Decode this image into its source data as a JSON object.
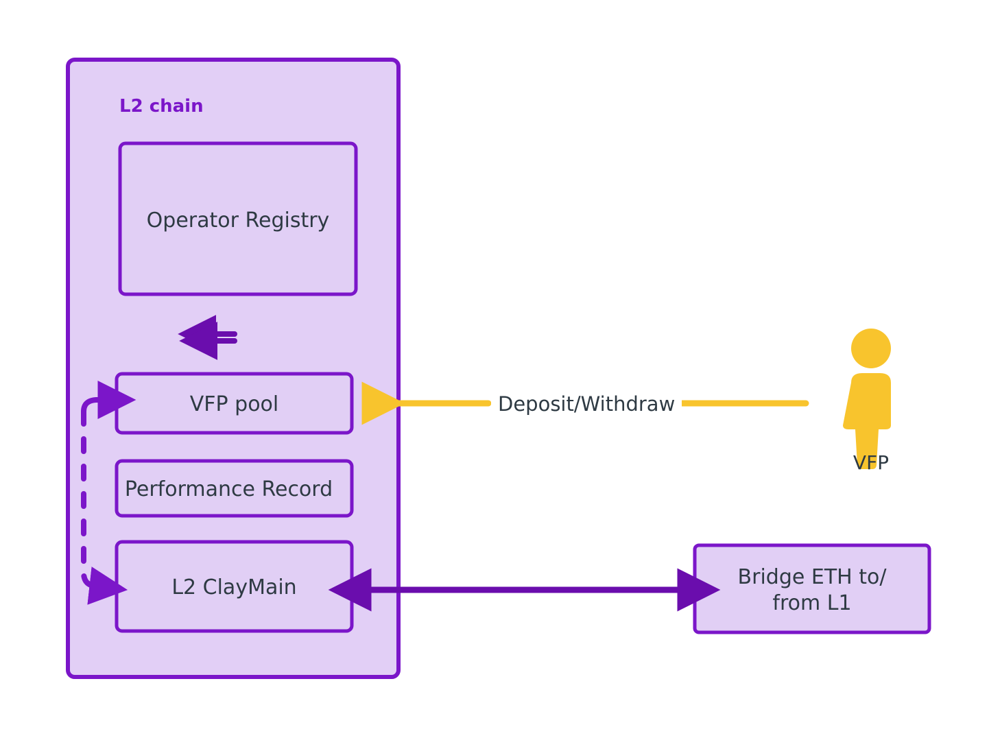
{
  "diagram": {
    "type": "architecture-diagram",
    "background": "#FFFFFF",
    "colors": {
      "purple_stroke": "#7B16C9",
      "purple_fill": "#E2CFF6",
      "inner_fill": "#E1CFF5",
      "arrow_purple": "#6A0DAD",
      "yellow": "#F8C42D",
      "text_dark": "#2E3A43"
    },
    "container": {
      "title": "L2 chain",
      "nodes": [
        {
          "id": "operator-registry",
          "label": "Operator Registry"
        },
        {
          "id": "vfp-pool",
          "label": "VFP pool"
        },
        {
          "id": "performance-record",
          "label": "Performance Record"
        },
        {
          "id": "l2-claymain",
          "label": "L2 ClayMain"
        }
      ]
    },
    "external_nodes": [
      {
        "id": "bridge",
        "label_line1": "Bridge ETH to/",
        "label_line2": "from L1"
      }
    ],
    "actors": [
      {
        "id": "vfp-actor",
        "label": "VFP",
        "icon": "person-icon"
      }
    ],
    "edges": [
      {
        "id": "registry-pool-up",
        "from": "vfp-pool",
        "to": "operator-registry",
        "style": "solid",
        "color": "#6A0DAD",
        "label": ""
      },
      {
        "id": "registry-pool-down",
        "from": "operator-registry",
        "to": "vfp-pool",
        "style": "solid",
        "color": "#6A0DAD",
        "label": ""
      },
      {
        "id": "feedback-dashed",
        "from": "l2-claymain",
        "to": "vfp-pool",
        "style": "dashed",
        "color": "#7B16C9",
        "label": ""
      },
      {
        "id": "deposit-withdraw",
        "from": "vfp-actor",
        "to": "vfp-pool",
        "style": "solid",
        "color": "#F8C42D",
        "label": "Deposit/Withdraw"
      },
      {
        "id": "bridge-link",
        "from": "l2-claymain",
        "to": "bridge",
        "style": "solid-bidirectional",
        "color": "#6A0DAD",
        "label": ""
      }
    ]
  }
}
